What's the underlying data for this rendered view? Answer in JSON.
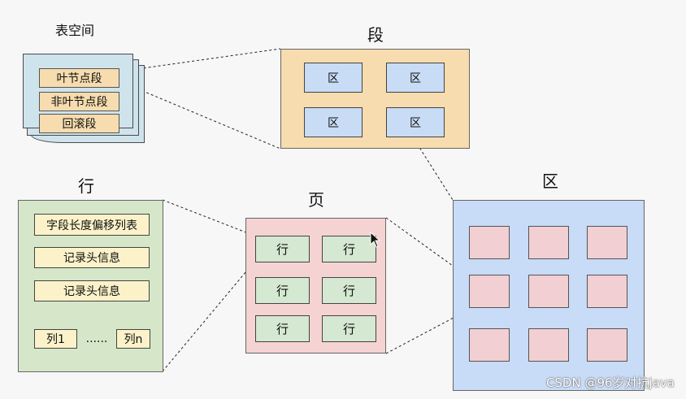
{
  "tablespace": {
    "title": "表空间",
    "segments": [
      "叶节点段",
      "非叶节点段",
      "回滚段"
    ]
  },
  "segment": {
    "title": "段",
    "cell_label": "区"
  },
  "row": {
    "title": "行",
    "fields": [
      "字段长度偏移列表",
      "记录头信息",
      "记录头信息"
    ],
    "col_first": "列1",
    "col_dots": "......",
    "col_last": "列n"
  },
  "page": {
    "title": "页",
    "cell_label": "行"
  },
  "extent": {
    "title": "区"
  },
  "watermark": "CSDN @96岁对抗java"
}
